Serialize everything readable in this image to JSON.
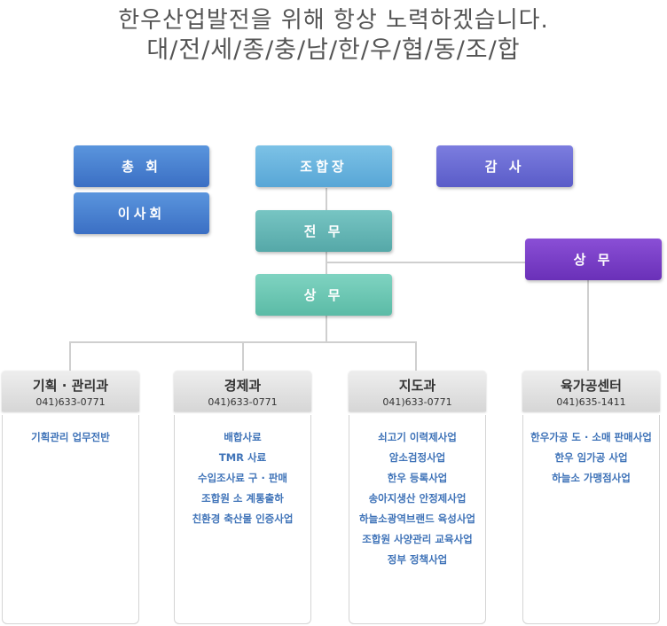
{
  "slogan": {
    "line1": "한우산업발전을 위해 항상 노력하겠습니다.",
    "line2": "대/전/세/종/충/남/한/우/협/동/조/합"
  },
  "nodes": {
    "general_assembly": "총 회",
    "board": "이사회",
    "chairman": "조합장",
    "auditor": "감 사",
    "executive_director": "전 무",
    "managing_director": "상 무",
    "managing_director_side": "상 무"
  },
  "colors": {
    "blue": "#4a82d0",
    "light_blue": "#6bb4e0",
    "teal": "#66b6b5",
    "mint": "#6cc7b3",
    "violet": "#6b6dd4",
    "purple": "#7a3fc7",
    "task_text": "#3f73b8"
  },
  "departments": [
    {
      "name": "기획 · 관리과",
      "phone": "041)633-0771",
      "tasks": [
        "기획관리 업무전반"
      ]
    },
    {
      "name": "경제과",
      "phone": "041)633-0771",
      "tasks": [
        "배합사료",
        "TMR 사료",
        "수입조사료 구 · 판매",
        "조합원 소 계통출하",
        "친환경 축산물 인증사업"
      ]
    },
    {
      "name": "지도과",
      "phone": "041)633-0771",
      "tasks": [
        "쇠고기 이력제사업",
        "암소검정사업",
        "한우 등록사업",
        "송아지생산 안정제사업",
        "하늘소광역브랜드 육성사업",
        "조합원 사양관리 교육사업",
        "정부 정책사업"
      ]
    },
    {
      "name": "육가공센터",
      "phone": "041)635-1411",
      "tasks": [
        "한우가공 도 · 소매 판매사업",
        "한우 임가공 사업",
        "하늘소 가맹점사업"
      ]
    }
  ]
}
